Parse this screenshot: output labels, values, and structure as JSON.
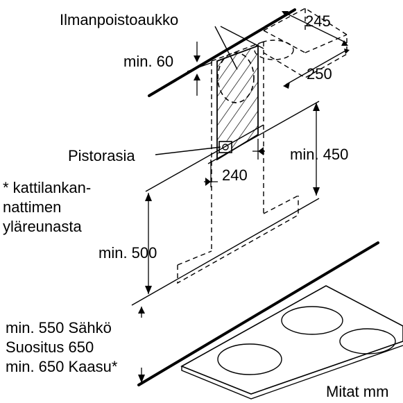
{
  "labels": {
    "air_outlet": "Ilmanpoistoaukko",
    "dim_245": "245",
    "dim_250": "250",
    "min_60": "min. 60",
    "socket": "Pistorasia",
    "dim_240": "240",
    "min_450": "min. 450",
    "note_line1": "* kattilankan-",
    "note_line2": "nattimen",
    "note_line3": "yläreunasta",
    "min_500": "min. 500",
    "electric": "min. 550 Sähkö",
    "recommended": "Suositus 650",
    "gas": "min. 650 Kaasu*",
    "units": "Mitat mm"
  }
}
